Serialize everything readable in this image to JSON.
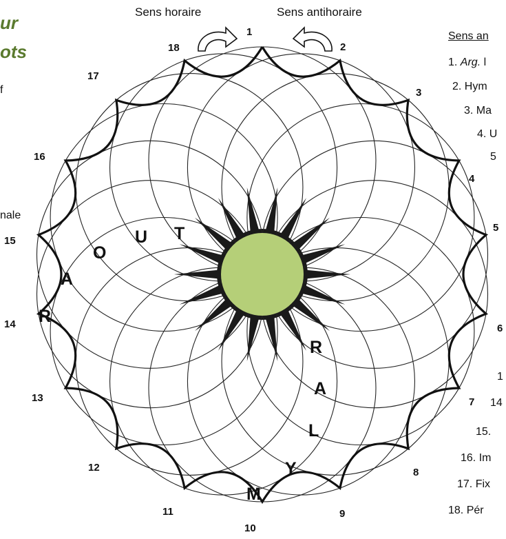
{
  "title_fragments": {
    "line1": "ur",
    "line2": "ots"
  },
  "left_fragments": {
    "f": "f",
    "nale": "nale"
  },
  "directions": {
    "clockwise": "Sens horaire",
    "counterclockwise": "Sens antihoraire"
  },
  "colors": {
    "title": "#5a7a2e",
    "center": "#b5cf78",
    "petal_fill": "#1a1a1a",
    "outline": "#111111"
  },
  "icons": {
    "clockwise": "clockwise-arrow-icon",
    "counterclockwise": "counterclockwise-arrow-icon"
  },
  "positions": [
    "1",
    "2",
    "3",
    "4",
    "5",
    "6",
    "7",
    "8",
    "9",
    "10",
    "11",
    "12",
    "13",
    "14",
    "15",
    "16",
    "17",
    "18"
  ],
  "grid_letters": [
    "T",
    "U",
    "O",
    "A",
    "R",
    "R",
    "A",
    "L",
    "Y",
    "M"
  ],
  "clue_panel": {
    "heading": "Sens an",
    "clues": [
      "1. Arg. l",
      "2. Hym",
      "3. Ma",
      "4. U",
      "5",
      "1",
      "14",
      "15.",
      "16. Im",
      "17. Fix",
      "18. Pér"
    ]
  }
}
